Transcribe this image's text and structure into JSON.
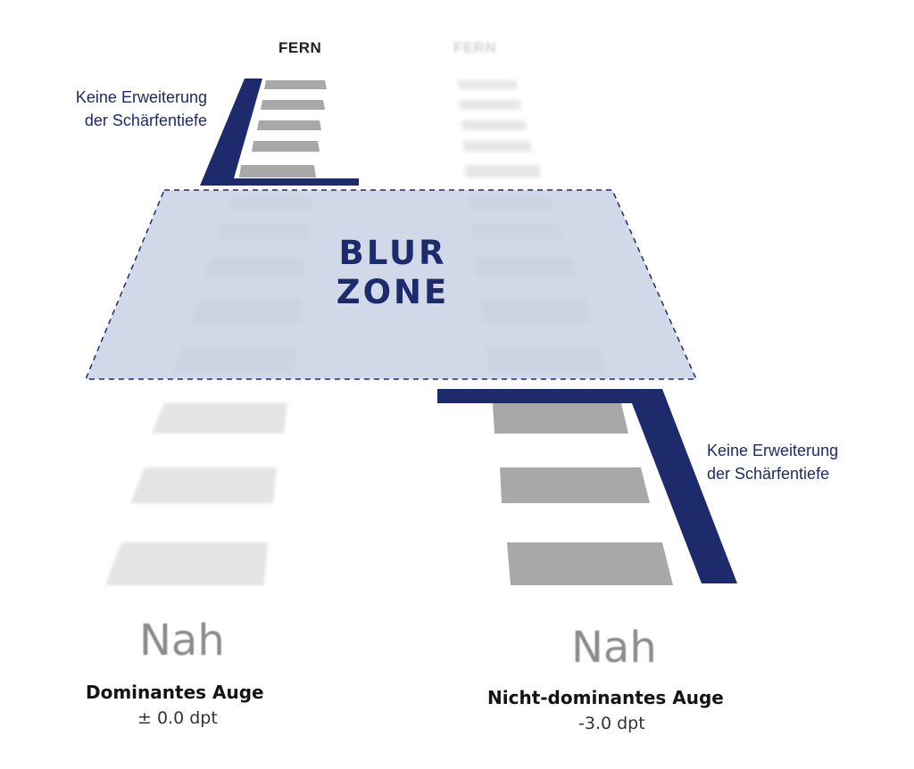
{
  "colors": {
    "navy": "#1d2a6b",
    "blur_zone_fill": "#c7cfe3",
    "bar_dark": "#a8a8a8",
    "bar_light": "#e4e4e4"
  },
  "labels": {
    "far_left": "FERN",
    "far_right": "FERN",
    "blur_zone_line1": "BLUR",
    "blur_zone_line2": "ZONE",
    "no_extension_left_line1": "Keine Erweiterung",
    "no_extension_left_line2": "der Schärfentiefe",
    "no_extension_right_line1": "Keine Erweiterung",
    "no_extension_right_line2": "der Schärfentiefe",
    "near_left": "Nah",
    "near_right": "Nah",
    "dominant_eye": "Dominantes Auge",
    "dominant_power": "± 0.0 dpt",
    "non_dominant_eye": "Nicht-dominantes Auge",
    "non_dominant_power": "-3.0 dpt"
  }
}
